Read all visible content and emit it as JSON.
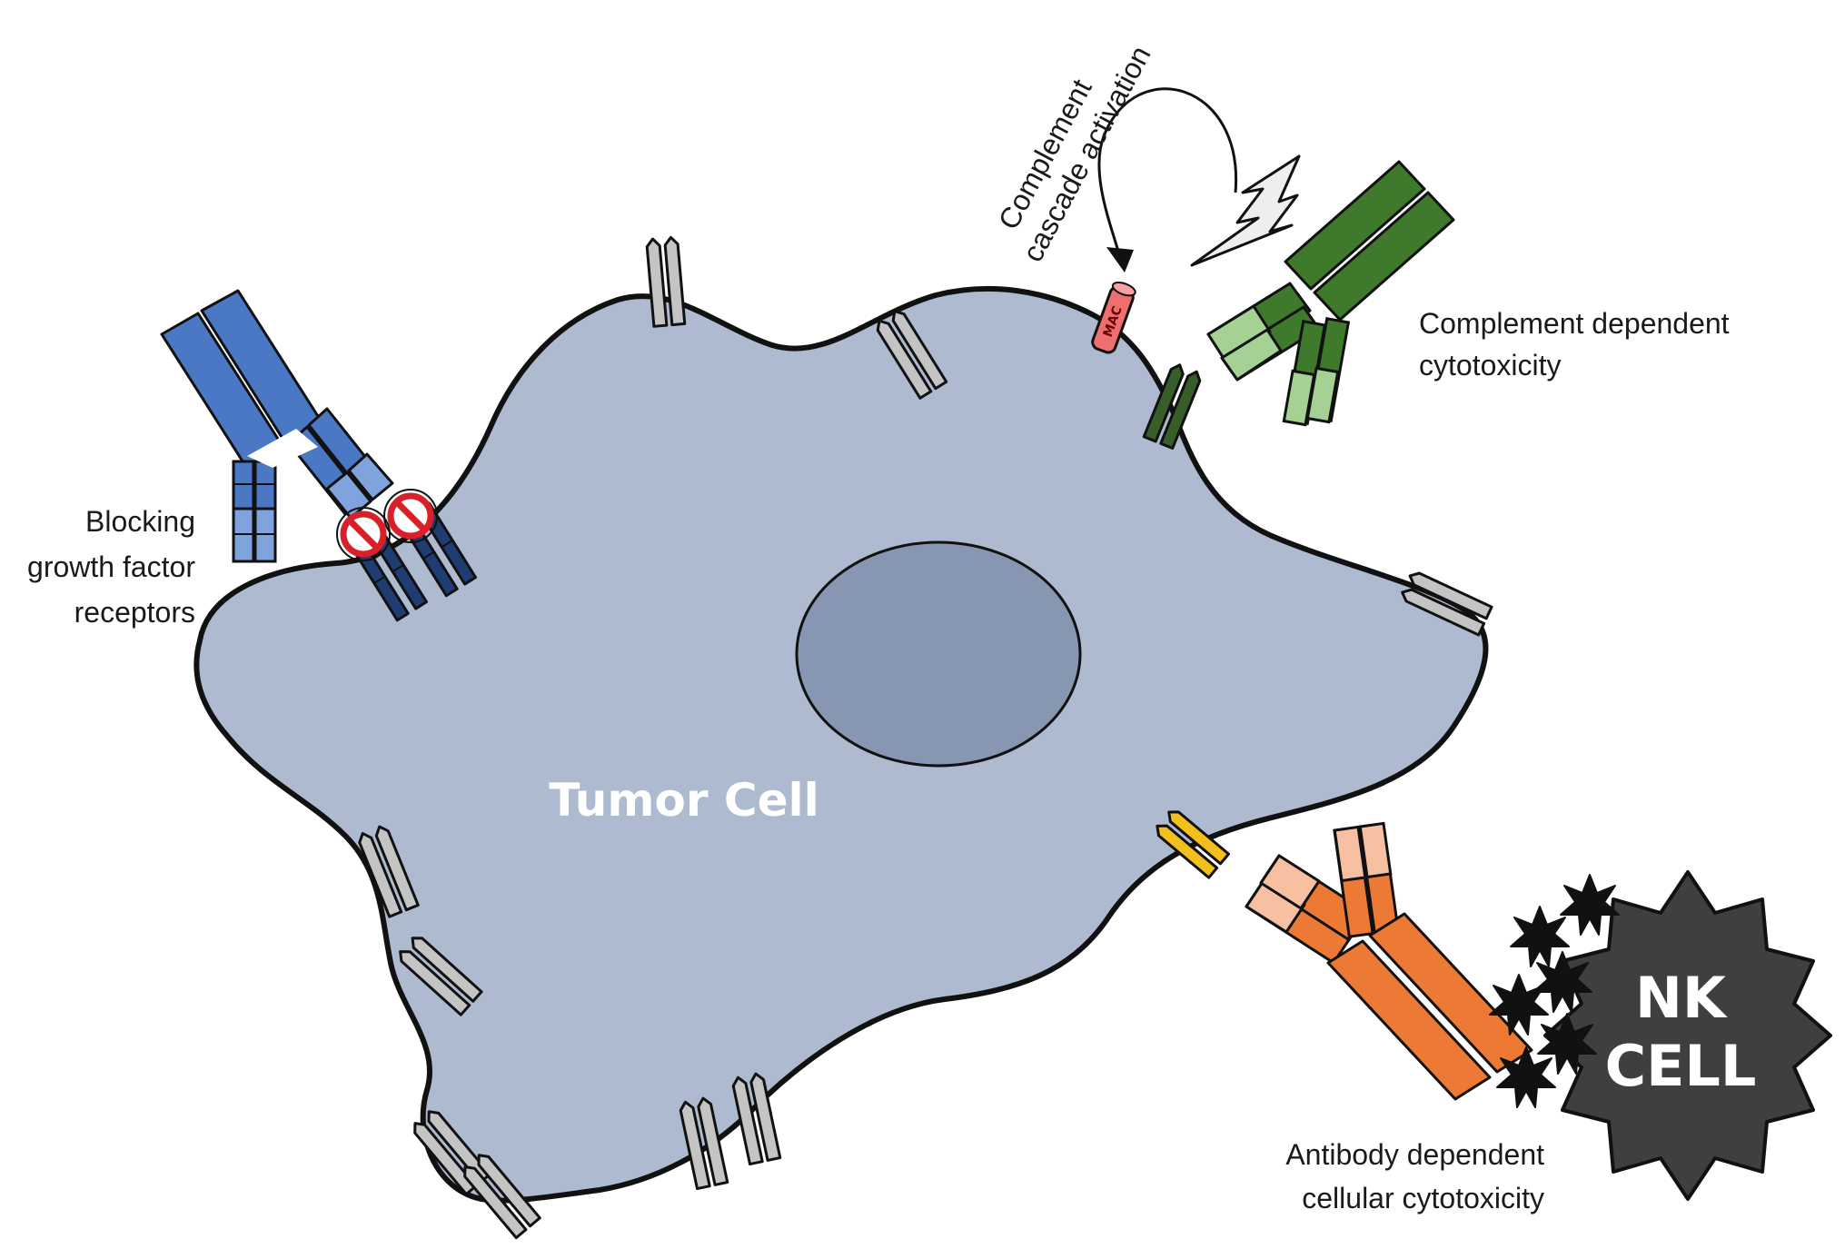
{
  "labels": {
    "tumor_cell": "Tumor Cell",
    "nk_cell_line1": "NK",
    "nk_cell_line2": "CELL",
    "mac": "MAC",
    "blocking_line1": "Blocking",
    "blocking_line2": "growth factor",
    "blocking_line3": "receptors",
    "complement_activation_line1": "Complement",
    "complement_activation_line2": "cascade activation",
    "cdc_line1": "Complement dependent",
    "cdc_line2": "cytotoxicity",
    "adcc_line1": "Antibody dependent",
    "adcc_line2": "cellular cytotoxicity"
  },
  "colors": {
    "cell_fill": "#aebad0",
    "nucleus_fill": "#8797b1",
    "nk_fill": "#3f3f3f",
    "receptor_gray": "#c4c4c4",
    "blue_antibody": "#4a78c4",
    "blue_antibody_light": "#7fa3dc",
    "blue_receptor": "#1f3d72",
    "green_antibody": "#3f7a2c",
    "green_antibody_light": "#a5d195",
    "green_receptor": "#375d28",
    "orange_antibody": "#ec7a35",
    "orange_antibody_light": "#f7c0a3",
    "yellow_receptor": "#f3bf1d",
    "mac_fill": "#ef6f6f",
    "block_sign": "#d7202a"
  }
}
